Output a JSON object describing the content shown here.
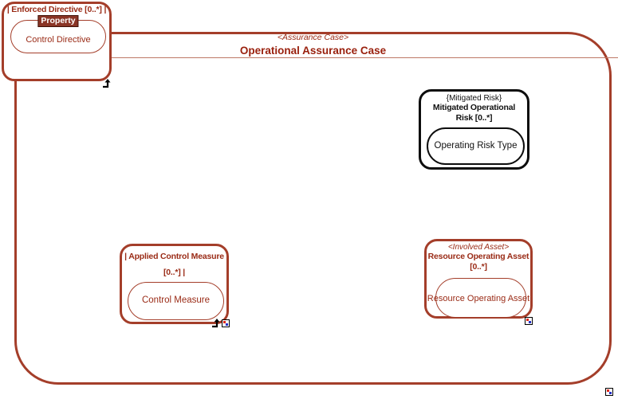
{
  "assurance_case": {
    "stereotype": "<Assurance Case>",
    "title": "Operational Assurance Case"
  },
  "enforced_directive": {
    "header": "| Enforced Directive [0..*] |",
    "selected_label": "Property",
    "part_label": "Control Directive"
  },
  "mitigated_risk": {
    "stereotype": "{Mitigated Risk}",
    "header_lines": [
      "Mitigated Operational",
      "Risk [0..*]"
    ],
    "part_label": "Operating Risk Type"
  },
  "applied_control_measure": {
    "header_lines": [
      "| Applied Control Measure",
      "[0..*] |"
    ],
    "part_label": "Control Measure"
  },
  "resource_operating_asset": {
    "stereotype": "<Involved Asset>",
    "header_lines": [
      "Resource Operating Asset",
      "[0..*]"
    ],
    "part_label": "Resource Operating Asset"
  },
  "icons": {
    "navigate_arrow": "navigate-arrow",
    "diagram_indicator": "diagram-indicator"
  },
  "colors": {
    "brick_border": "#A43E2A",
    "brick_text": "#9A2B16",
    "title_text": "#991F0C",
    "black_border": "#0D0D0D",
    "separator_line": "#BD7866",
    "selection_bg": "#8A3526",
    "indicator_red": "#E02818",
    "indicator_blue": "#2832C8"
  }
}
